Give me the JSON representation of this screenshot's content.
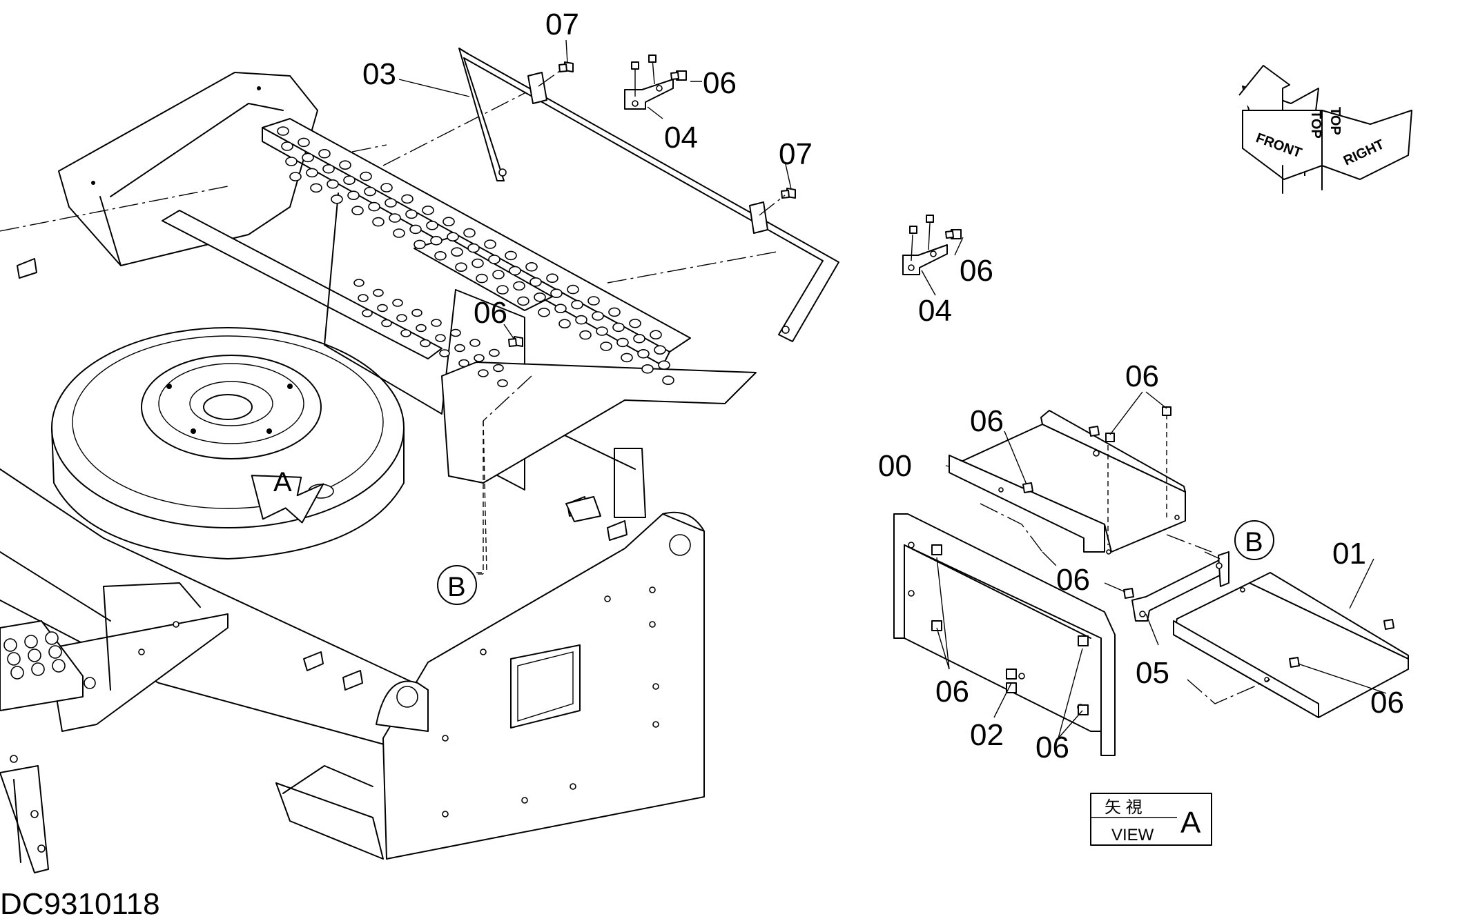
{
  "drawing_id": "DC9310118",
  "part_labels": {
    "p00": "00",
    "p01": "01",
    "p02": "02",
    "p03": "03",
    "p04a": "04",
    "p04b": "04",
    "p05": "05",
    "p06a": "06",
    "p06b": "06",
    "p06c": "06",
    "p06d": "06",
    "p06e": "06",
    "p06f": "06",
    "p06g": "06",
    "p06h": "06",
    "p06i": "06",
    "p07a": "07",
    "p07b": "07"
  },
  "view_markers": {
    "a_arrow": "A",
    "b_main": "B",
    "b_detail": "B"
  },
  "view_box": {
    "kanji": "矢 視",
    "view": "VIEW",
    "letter": "A"
  },
  "orientation_indicator": {
    "front": "FRONT",
    "top_left": "TOP",
    "top_right": "TOP",
    "right": "RIGHT"
  }
}
